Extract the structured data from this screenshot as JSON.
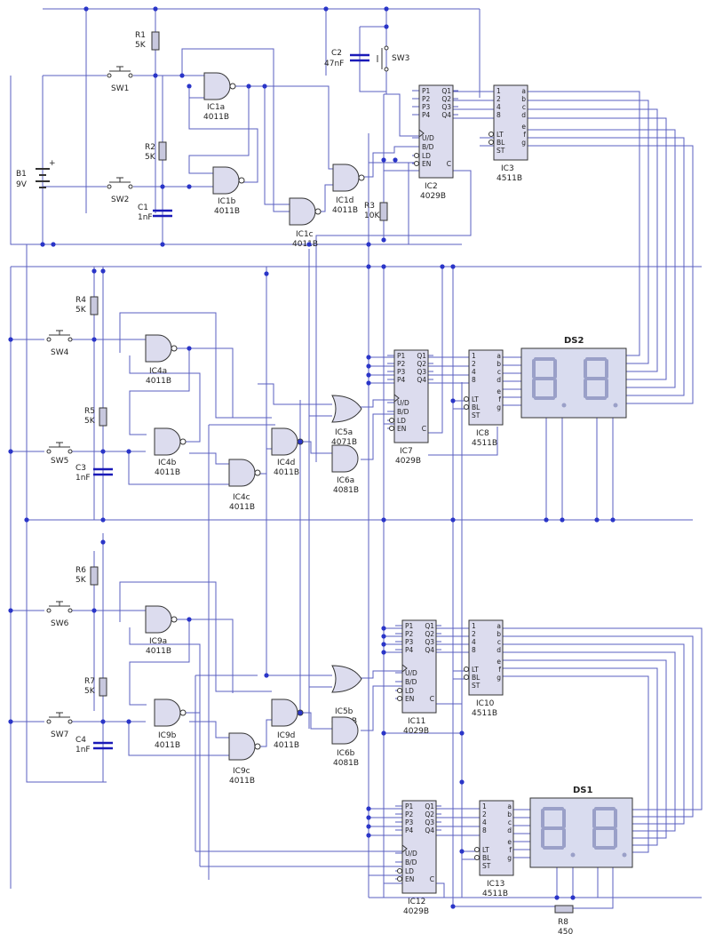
{
  "power": {
    "battery_name": "B1",
    "battery_value": "9V",
    "plus": "+"
  },
  "resistors": [
    {
      "name": "R1",
      "value": "5K"
    },
    {
      "name": "R2",
      "value": "5K"
    },
    {
      "name": "R3",
      "value": "10K"
    },
    {
      "name": "R4",
      "value": "5K"
    },
    {
      "name": "R5",
      "value": "5K"
    },
    {
      "name": "R6",
      "value": "5K"
    },
    {
      "name": "R7",
      "value": "5K"
    },
    {
      "name": "R8",
      "value": "450"
    }
  ],
  "capacitors": [
    {
      "name": "C1",
      "value": "1nF"
    },
    {
      "name": "C2",
      "value": "47nF"
    },
    {
      "name": "C3",
      "value": "1nF"
    },
    {
      "name": "C4",
      "value": "1nF"
    }
  ],
  "switches": [
    "SW1",
    "SW2",
    "SW3",
    "SW4",
    "SW5",
    "SW6",
    "SW7"
  ],
  "gates": [
    {
      "name": "IC1a",
      "type": "4011B"
    },
    {
      "name": "IC1b",
      "type": "4011B"
    },
    {
      "name": "IC1c",
      "type": "4011B"
    },
    {
      "name": "IC1d",
      "type": "4011B"
    },
    {
      "name": "IC4a",
      "type": "4011B"
    },
    {
      "name": "IC4b",
      "type": "4011B"
    },
    {
      "name": "IC4c",
      "type": "4011B"
    },
    {
      "name": "IC4d",
      "type": "4011B"
    },
    {
      "name": "IC5a",
      "type": "4071B"
    },
    {
      "name": "IC6a",
      "type": "4081B"
    },
    {
      "name": "IC9a",
      "type": "4011B"
    },
    {
      "name": "IC9b",
      "type": "4011B"
    },
    {
      "name": "IC9c",
      "type": "4011B"
    },
    {
      "name": "IC9d",
      "type": "4011B"
    },
    {
      "name": "IC5b",
      "type": "4071B"
    },
    {
      "name": "IC6b",
      "type": "4081B"
    }
  ],
  "counters": [
    {
      "name": "IC2",
      "type": "4029B"
    },
    {
      "name": "IC7",
      "type": "4029B"
    },
    {
      "name": "IC11",
      "type": "4029B"
    },
    {
      "name": "IC12",
      "type": "4029B"
    }
  ],
  "decoders": [
    {
      "name": "IC3",
      "type": "4511B"
    },
    {
      "name": "IC8",
      "type": "4511B"
    },
    {
      "name": "IC10",
      "type": "4511B"
    },
    {
      "name": "IC13",
      "type": "4511B"
    }
  ],
  "displays": [
    "DS2",
    "DS1"
  ],
  "pins_4029_left": [
    "P1",
    "P2",
    "P3",
    "P4",
    "U/D",
    "B/D",
    "LD",
    "EN"
  ],
  "pins_4029_right": [
    "Q1",
    "Q2",
    "Q3",
    "Q4",
    "C"
  ],
  "pins_4511_left": [
    "1",
    "2",
    "4",
    "8",
    "LT",
    "BL",
    "ST"
  ],
  "pins_4511_right": [
    "a",
    "b",
    "c",
    "d",
    "e",
    "f",
    "g"
  ]
}
